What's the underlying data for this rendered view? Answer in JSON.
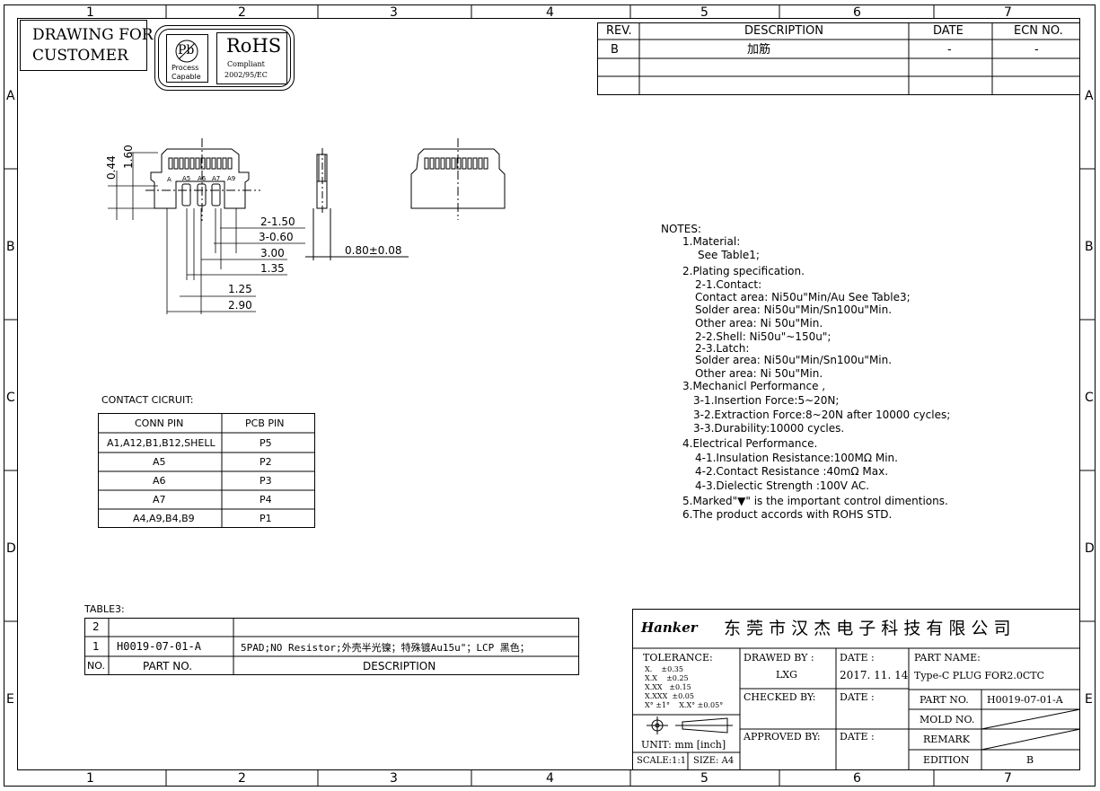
{
  "frame": {
    "col_labels": [
      "1",
      "2",
      "3",
      "4",
      "5",
      "6",
      "7"
    ],
    "row_labels": [
      "A",
      "B",
      "C",
      "D",
      "E"
    ]
  },
  "header": {
    "drawing_for": "DRAWING FOR",
    "customer": "CUSTOMER",
    "pb_symbol": "Pb",
    "pb_line1": "Process",
    "pb_line2": "Capable",
    "rohs_title": "RoHS",
    "rohs_line1": "Compliant",
    "rohs_line2": "2002/95/EC"
  },
  "revision_table": {
    "headers": [
      "REV.",
      "DESCRIPTION",
      "DATE",
      "ECN NO."
    ],
    "rows": [
      [
        "B",
        "加筋",
        "-",
        "-"
      ],
      [
        "",
        "",
        "",
        ""
      ],
      [
        "",
        "",
        "",
        ""
      ]
    ]
  },
  "dimensions": {
    "d044": "0.44",
    "d160": "1.60",
    "d2_150": "2-1.50",
    "d3_060": "3-0.60",
    "d300": "3.00",
    "d135": "1.35",
    "d125": "1.25",
    "d290": "2.90",
    "d080": "0.80±0.08",
    "pin_a": "A",
    "pin_a5": "A5",
    "pin_a6": "A6",
    "pin_a7": "A7",
    "pin_a9": "A9"
  },
  "notes": [
    "NOTES:",
    "1.Material:",
    "See Table1;",
    "2.Plating specification.",
    "2-1.Contact:",
    "Contact area: Ni50u\"Min/Au See Table3;",
    "Solder area: Ni50u\"Min/Sn100u\"Min.",
    "Other area: Ni 50u\"Min.",
    "2-2.Shell: Ni50u\"~150u\";",
    "2-3.Latch:",
    "Solder area: Ni50u\"Min/Sn100u\"Min.",
    "Other area: Ni 50u\"Min.",
    "3.Mechanicl Performance ,",
    "3-1.Insertion Force:5~20N;",
    "3-2.Extraction Force:8~20N after 10000 cycles;",
    "3-3.Durability:10000 cycles.",
    "4.Electrical Performance.",
    "4-1.Insulation Resistance:100MΩ Min.",
    "4-2.Contact Resistance :40mΩ Max.",
    "4-3.Dielectic Strength :100V AC.",
    "5.Marked\"▼\" is the important control dimentions.",
    "6.The product accords with ROHS STD."
  ],
  "contact_circuit": {
    "title": "CONTACT CICRUIT:",
    "headers": [
      "CONN PIN",
      "PCB PIN"
    ],
    "rows": [
      [
        "A1,A12,B1,B12,SHELL",
        "P5"
      ],
      [
        "A5",
        "P2"
      ],
      [
        "A6",
        "P3"
      ],
      [
        "A7",
        "P4"
      ],
      [
        "A4,A9,B4,B9",
        "P1"
      ]
    ]
  },
  "table3": {
    "title": "TABLE3:",
    "rows": [
      [
        "2",
        "",
        ""
      ],
      [
        "1",
        "H0019-07-01-A",
        "5PAD;NO Resistor;外壳半光镍；特殊镀Au15u\"；LCP 黑色；"
      ],
      [
        "NO.",
        "PART NO.",
        "DESCRIPTION"
      ]
    ]
  },
  "title_block": {
    "logo": "Hanker",
    "company": "东 莞 市 汉 杰 电 子 科 技 有 限 公 司",
    "tolerance_label": "TOLERANCE:",
    "tolerances": [
      "X.    ±0.35",
      "X.X    ±0.25",
      "X.XX   ±0.15",
      "X.XXX  ±0.05",
      "X° ±1°    X.X° ±0.05°"
    ],
    "unit": "UNIT: mm [inch]",
    "scale": "SCALE:1:1",
    "size": "SIZE: A4",
    "drawn_by_label": "DRAWED BY :",
    "drawn_by": "LXG",
    "date_label": "DATE :",
    "date": "2017. 11. 14",
    "checked_by_label": "CHECKED BY:",
    "checked_date_label": "DATE :",
    "approved_by_label": "APPROVED BY:",
    "approved_date_label": "DATE :",
    "part_name_label": "PART NAME:",
    "part_name": "Type-C PLUG FOR2.0CTC",
    "part_no_label": "PART NO.",
    "part_no": "H0019-07-01-A",
    "mold_no_label": "MOLD NO.",
    "remark_label": "REMARK",
    "edition_label": "EDITION",
    "edition": "B"
  }
}
